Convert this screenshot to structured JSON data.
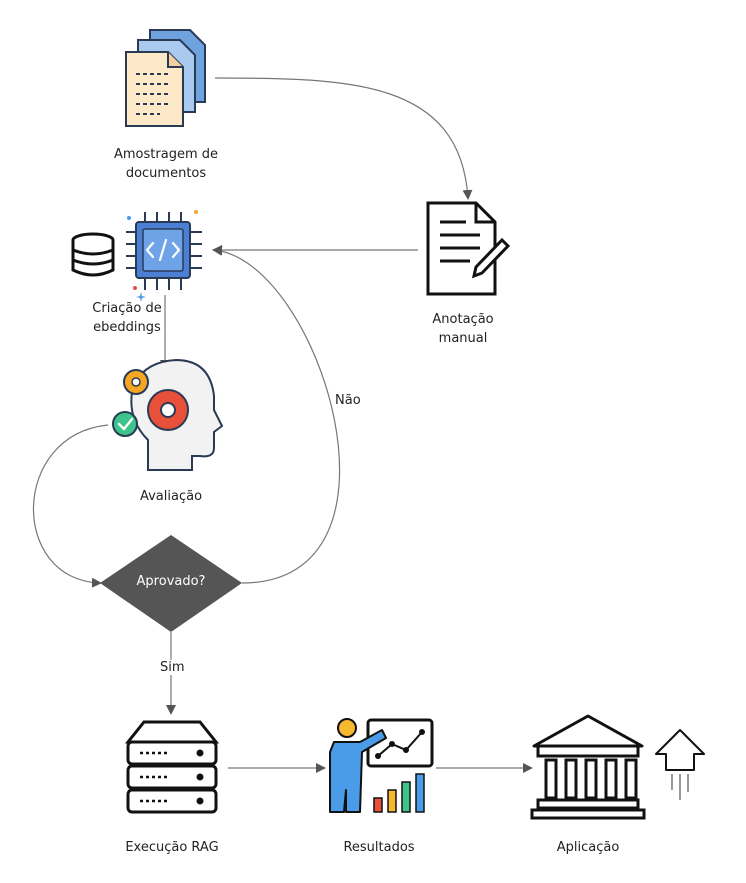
{
  "nodes": {
    "sampling": {
      "label": "Amostragem de\ndocumentos",
      "icon": "documents-icon"
    },
    "annotation": {
      "label": "Anotação\nmanual",
      "icon": "document-pen-icon"
    },
    "embeddings": {
      "label": "Criação de\nebeddings",
      "icon": "chip-database-icon"
    },
    "evaluation": {
      "label": "Avaliação",
      "icon": "head-gears-icon"
    },
    "decision": {
      "label": "Aprovado?"
    },
    "rag": {
      "label": "Execução RAG",
      "icon": "server-icon"
    },
    "results": {
      "label": "Resultados",
      "icon": "presenter-chart-icon"
    },
    "application": {
      "label": "Aplicação",
      "icon": "bank-building-icon"
    }
  },
  "edges": {
    "no_label": "Não",
    "yes_label": "Sim"
  },
  "colors": {
    "decision_fill": "#555555",
    "line": "#555555",
    "chip_blue": "#4a7fd4",
    "gear_red": "#e8503a",
    "gear_yellow": "#f5a623",
    "check_green": "#3cc48a",
    "paper": "#fde8c8",
    "paper_blue": "#a9c9ef",
    "bar_red": "#e8503a",
    "bar_yellow": "#f5b82e",
    "bar_green": "#3cc48a",
    "bar_blue": "#4a9be8"
  }
}
